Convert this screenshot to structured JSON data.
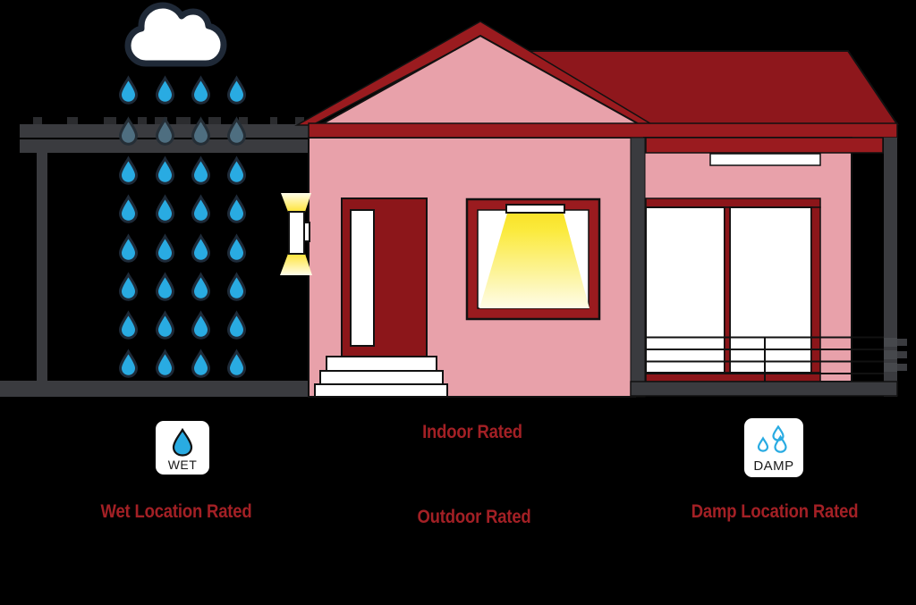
{
  "title": "Lighting location ratings diagram",
  "labels": {
    "indoor_rated": "Indoor Rated",
    "outdoor_rated": "Outdoor Rated",
    "wet_location": "Wet Location Rated",
    "damp_location": "Damp Location Rated"
  },
  "badges": {
    "wet": "WET",
    "damp": "DAMP"
  },
  "colors": {
    "background": "#000000",
    "house_pink": "#E8A1AA",
    "roof_red": "#8E171C",
    "band_red": "#9A1B1F",
    "door_red": "#8C161A",
    "label_red": "#A32025",
    "structure_gray": "#3A3B3F",
    "rafter_gray": "#2B2C2F",
    "rail_gray": "#46484C",
    "outline_black": "#111111",
    "rain_blue": "#29ABE2",
    "rain_outline": "#1E2A38",
    "muted_rain_fill": "#4E6E80",
    "light_yellow": "#FFE93B",
    "light_yellow_pale": "#FFFDEE",
    "cloud_white": "#FFFFFF"
  }
}
